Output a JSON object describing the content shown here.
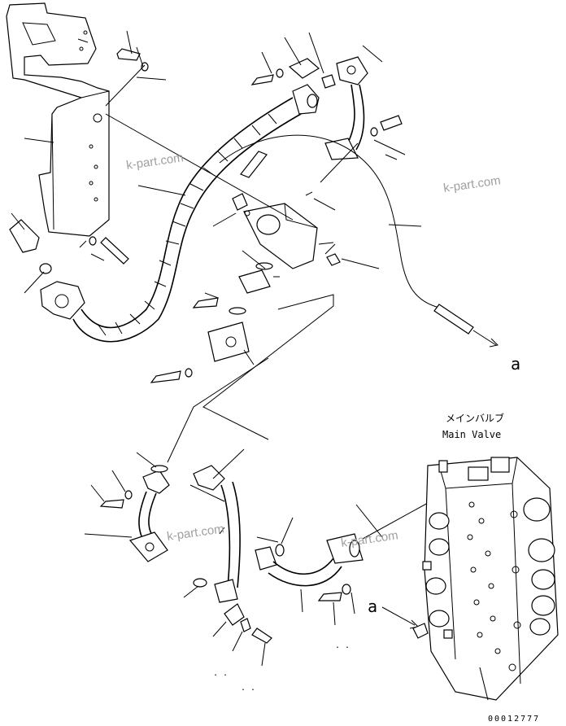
{
  "labels": {
    "main_valve_ja": "メインバルブ",
    "main_valve_en": "Main Valve",
    "ref_a_top": "a",
    "ref_a_bottom": "a",
    "drawing_number": "00012777",
    "dots_1": ". .",
    "dots_2": ". .",
    "dots_3": ". ."
  },
  "watermarks": [
    "k-part.com",
    "k-part.com",
    "k-part.com",
    "k-part.com"
  ],
  "colors": {
    "ink": "#000000",
    "watermark": "#a0a0a0",
    "paper": "#ffffff"
  }
}
